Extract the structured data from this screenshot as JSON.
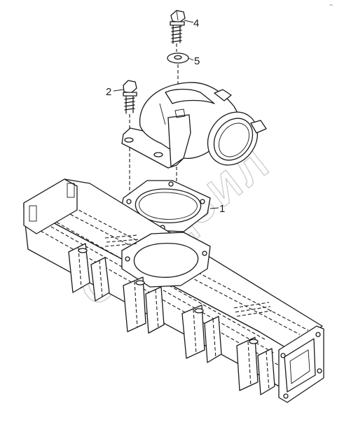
{
  "diagram": {
    "callouts": [
      {
        "id": "1",
        "label": "1"
      },
      {
        "id": "2",
        "label": "2"
      },
      {
        "id": "4",
        "label": "4"
      },
      {
        "id": "5",
        "label": "5"
      }
    ],
    "watermark_text": "СПЕЦЗИЛ",
    "corner_mark": "~"
  }
}
